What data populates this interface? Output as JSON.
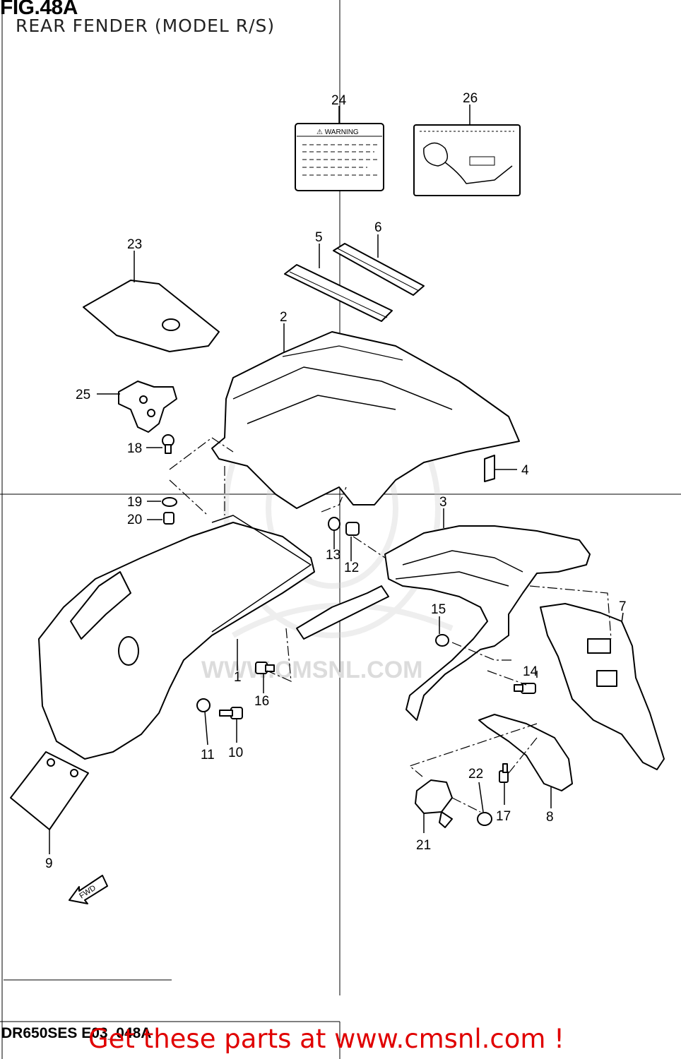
{
  "header": {
    "figure": "FIG.48A",
    "subtitle": "REAR FENDER (MODEL R/S)"
  },
  "labels": {
    "warning_text": "⚠ WARNING",
    "fwd_text": "FWD",
    "watermark": "WWW.CMSNL.COM"
  },
  "parts": [
    "1",
    "2",
    "3",
    "4",
    "5",
    "6",
    "7",
    "8",
    "9",
    "10",
    "11",
    "12",
    "13",
    "14",
    "15",
    "16",
    "17",
    "18",
    "19",
    "20",
    "21",
    "22",
    "23",
    "24",
    "25",
    "26"
  ],
  "footer": {
    "code": "DR650SES E03_048A",
    "promo": "Get these parts at www.cmsnl.com !"
  },
  "colors": {
    "promo": "#e00000",
    "lines": "#000000",
    "watermark": "#d8d8d8"
  }
}
